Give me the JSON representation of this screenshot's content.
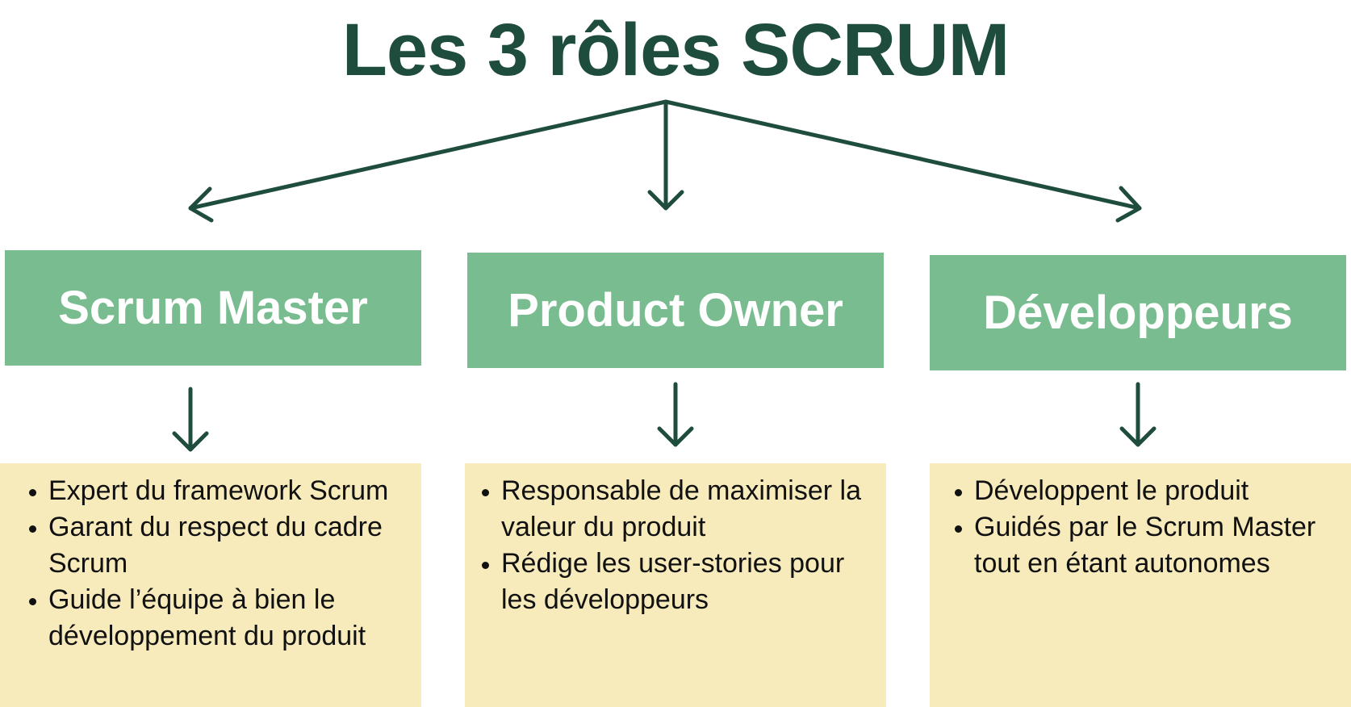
{
  "title": "Les 3 rôles SCRUM",
  "colors": {
    "title": "#1f4d3d",
    "arrows": "#1f4d3d",
    "role_box": "#79bc90",
    "role_text": "#ffffff",
    "desc_box": "#f7eabb",
    "desc_text": "#111111"
  },
  "roles": [
    {
      "name": "Scrum Master",
      "items": [
        "Expert du framework Scrum",
        "Garant du respect du cadre Scrum",
        "Guide l’équipe à bien le développement du produit"
      ]
    },
    {
      "name": "Product Owner",
      "items": [
        "Responsable de maximiser la valeur du produit",
        "Rédige les user-stories pour les développeurs"
      ]
    },
    {
      "name": "Développeurs",
      "items": [
        "Développent le produit",
        "Guidés par le Scrum Master tout en étant autonomes"
      ]
    }
  ]
}
